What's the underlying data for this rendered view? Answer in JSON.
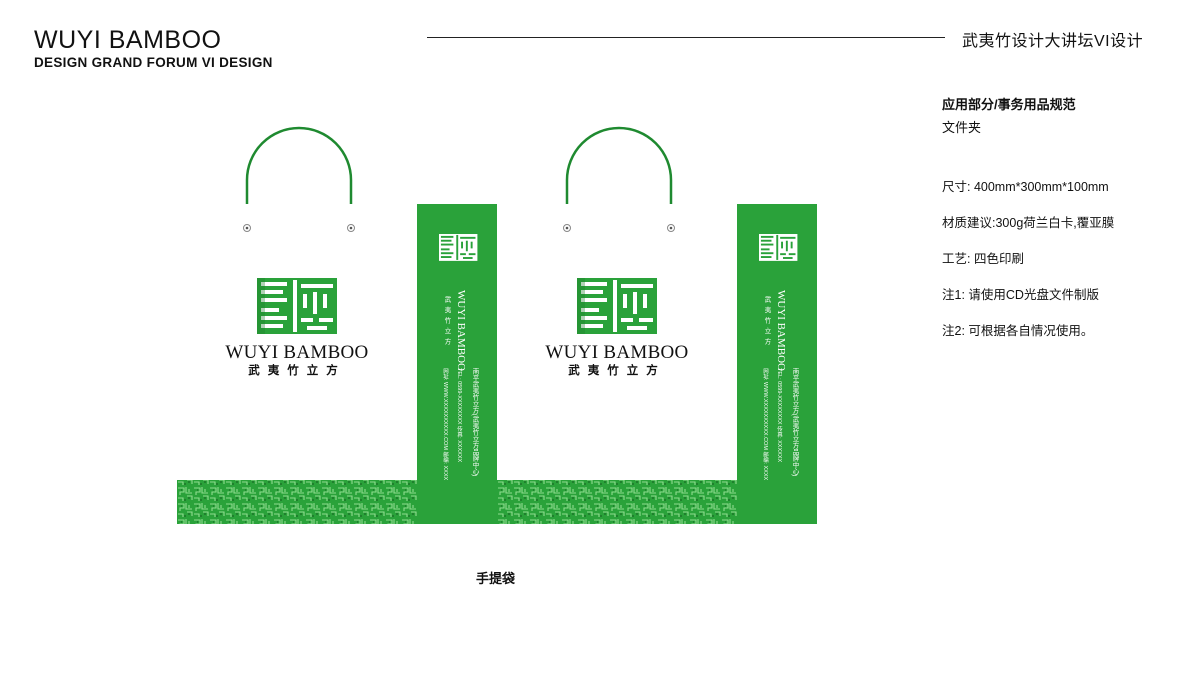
{
  "header": {
    "brand_title": "WUYI BAMBOO",
    "brand_subtitle": "DESIGN GRAND FORUM VI DESIGN",
    "top_right": "武夷竹设计大讲坛VI设计"
  },
  "spec": {
    "section": "应用部分/事务用品规范",
    "subsection": "文件夹",
    "rows": [
      "尺寸: 400mm*300mm*100mm",
      "材质建议:300g荷兰白卡,覆亚膜",
      "工艺: 四色印刷",
      "注1: 请使用CD光盘文件制版",
      "注2: 可根据各自情况使用。"
    ]
  },
  "bag": {
    "logo_en": "WUYI BAMBOO",
    "logo_cn": "武夷竹立方",
    "side_en": "WUYI BAMBOO",
    "side_cn": "武夷竹立方",
    "side_company": "南平武夷竹立方(武夷竹立方品牌中心)",
    "side_tel": "TEL: 0599-XXXXXXXX    传真: XXXXXX",
    "side_web": "网址: WWW.XXXXXXXXXX.COM    邮编: XXXX"
  },
  "caption": "手提袋",
  "colors": {
    "brand_green": "#2aa23a",
    "dark_green": "#1e7d2b",
    "handle_green": "#1f8a30",
    "pattern_light": "#7ed27f"
  }
}
